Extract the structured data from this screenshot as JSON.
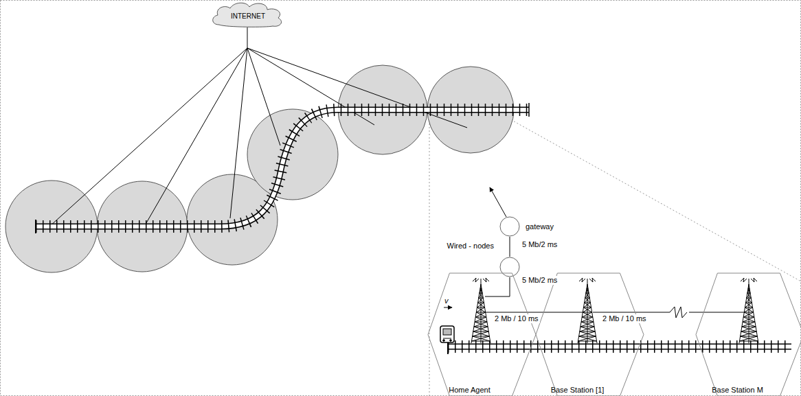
{
  "diagram": {
    "nodes": [
      {
        "text": [
          "INTERNET"
        ]
      },
      {
        "text": [
          "gateway"
        ]
      },
      {
        "text": [
          "Wired - nodes"
        ]
      },
      {
        "text": [
          "Home Agent"
        ]
      },
      {
        "text": [
          "Base Station [1]"
        ]
      },
      {
        "text": [
          "Base Station M"
        ]
      }
    ],
    "edges": [
      {
        "from": 1,
        "to": 2,
        "label": "5 Mb/2 ms",
        "arrow": "none"
      },
      {
        "from": 2,
        "to": 3,
        "label": "5 Mb/2 ms",
        "arrow": "none"
      },
      {
        "from": 3,
        "to": 4,
        "label": "2 Mb / 10 ms",
        "arrow": "none"
      },
      {
        "from": 4,
        "to": 5,
        "label": "2 Mb / 10 ms",
        "arrow": "none"
      }
    ],
    "labels": [
      "v"
    ]
  }
}
